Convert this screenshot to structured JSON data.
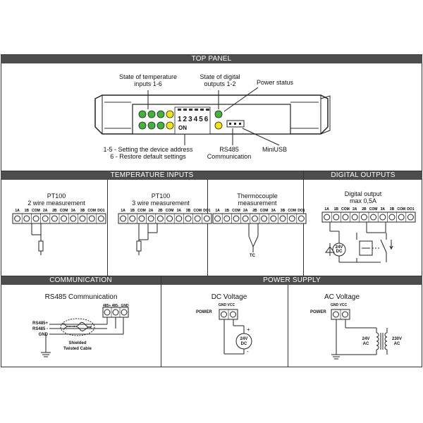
{
  "sections": {
    "top_panel": "TOP PANEL",
    "temperature_inputs": "TEMPERATURE INPUTS",
    "digital_outputs": "DIGITAL OUTPUTS",
    "communication": "COMMUNICATION",
    "power_supply": "POWER SUPPLY"
  },
  "top_panel": {
    "label_temp_state_1": "State of temperature",
    "label_temp_state_2": "inputs 1-6",
    "label_digital_state_1": "State of digital",
    "label_digital_state_2": "outputs 1-2",
    "label_power_status": "Power status",
    "dip_numbers": "123456",
    "dip_on": "ON",
    "label_setting_1": "1-5 - Setting the device address",
    "label_setting_2": "6 - Restore default settings",
    "label_rs485_1": "RS485",
    "label_rs485_2": "Communication",
    "label_miniusb": "MiniUSB",
    "led_colors": {
      "green": "#3fb53a",
      "yellow": "#f2e40c"
    }
  },
  "terminal_labels": [
    "1A",
    "1B",
    "COM",
    "2A",
    "2B",
    "COM",
    "3A",
    "3B",
    "COM",
    "DO1"
  ],
  "temperature": {
    "pt100_2w_title_1": "PT100",
    "pt100_2w_title_2": "2 wire measurement",
    "pt100_3w_title_1": "PT100",
    "pt100_3w_title_2": "3 wire measurement",
    "tc_title_1": "Thermocouple",
    "tc_title_2": "measurement",
    "tc_symbol": "TC"
  },
  "digital": {
    "title_1": "Digital output",
    "title_2": "max 0,5A",
    "supply_1": "24V",
    "supply_2": "DC"
  },
  "communication": {
    "title": "RS485 Communication",
    "terminals": [
      "485+",
      "485-",
      "GND"
    ],
    "wire_labels": [
      "RS485+",
      "RS485 -",
      "GND"
    ],
    "cable_1": "Shielded",
    "cable_2": "Twisted Cable"
  },
  "power": {
    "dc_title": "DC Voltage",
    "ac_title": "AC Voltage",
    "power_label": "POWER",
    "terminals": [
      "GND",
      "VCC"
    ],
    "dc_source_1": "24V",
    "dc_source_2": "DC",
    "dc_plus": "+",
    "dc_minus": "-",
    "ac_secondary_1": "24V",
    "ac_secondary_2": "AC",
    "ac_primary_1": "230V",
    "ac_primary_2": "AC"
  }
}
